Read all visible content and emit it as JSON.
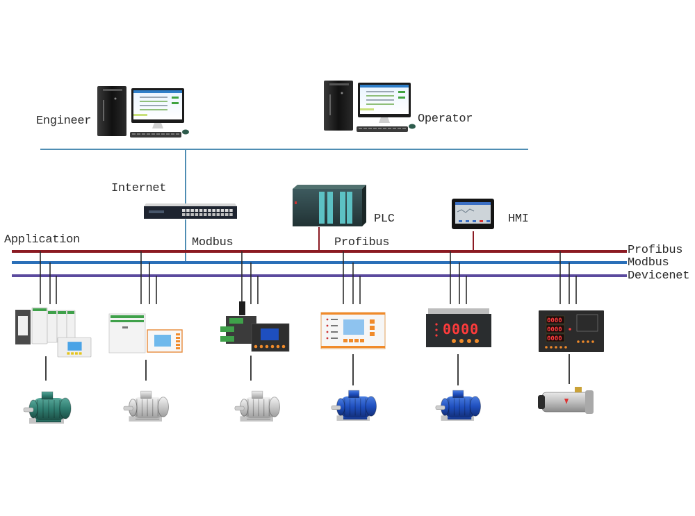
{
  "diagram": {
    "title": "Industrial motor protection network topology",
    "workstations": [
      {
        "id": "engineer",
        "label": "Engineer"
      },
      {
        "id": "operator",
        "label": "Operator"
      }
    ],
    "network_labels": {
      "internet": "Internet",
      "application": "Application",
      "modbus_mid": "Modbus",
      "profibus_mid": "Profibus"
    },
    "controllers": [
      {
        "id": "plc",
        "label": "PLC",
        "bus": "Profibus"
      },
      {
        "id": "hmi",
        "label": "HMI",
        "bus": "Profibus"
      }
    ],
    "buses": [
      {
        "id": "profibus",
        "label": "Profibus",
        "color": "#8b1a22"
      },
      {
        "id": "modbus",
        "label": "Modbus",
        "color": "#2a6fb8"
      },
      {
        "id": "devicenet",
        "label": "Devicenet",
        "color": "#5b4a9e"
      }
    ],
    "ethernet_color": "#4f8db3",
    "drop_color": "#2b2b2b",
    "field_devices": [
      {
        "type": "modular motor protection relay with display",
        "display": "LCD",
        "motor": "green industrial motor"
      },
      {
        "type": "din-rail protector with external display",
        "display": "LCD",
        "motor": "silver aluminium motor"
      },
      {
        "type": "motor protector with remote display",
        "display": "LCD",
        "motor": "silver aluminium motor"
      },
      {
        "type": "panel motor protector",
        "display": "LCD",
        "motor": "blue motor"
      },
      {
        "type": "digital panel meter",
        "display": "0000",
        "motor": "blue motor"
      },
      {
        "type": "multi-function motor protector",
        "display": "0000",
        "motor": "explosion-proof cylindrical motor"
      }
    ],
    "meter_readout": "0000"
  }
}
